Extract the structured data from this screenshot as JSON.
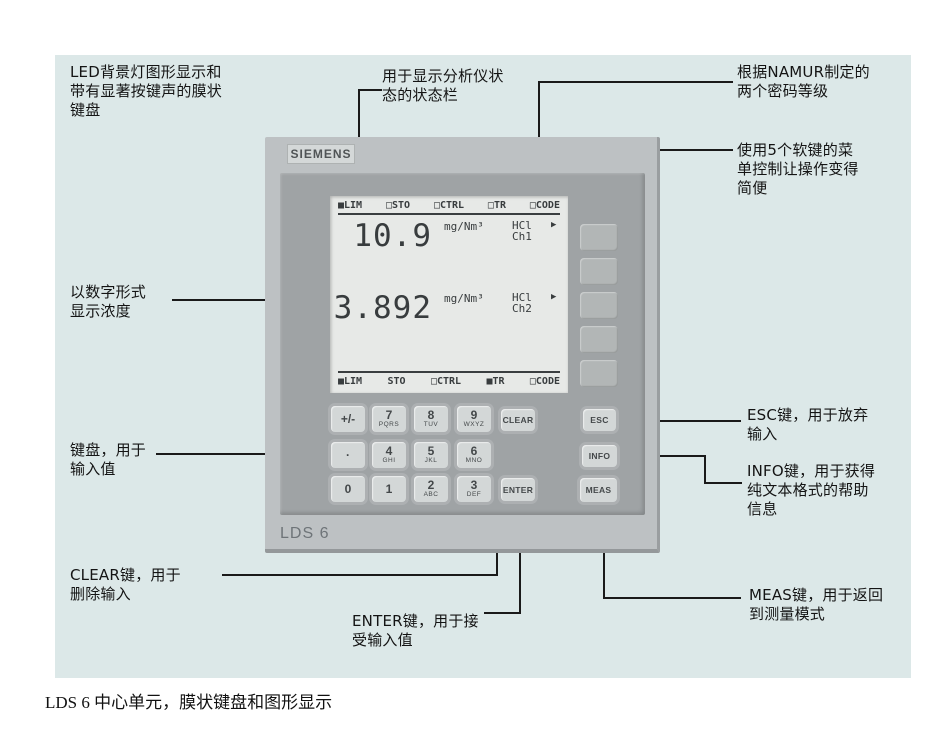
{
  "figure": {
    "brand": "SIEMENS",
    "model_label": "LDS 6",
    "caption": "LDS 6 中心单元，膜状键盘和图形显示"
  },
  "annotations": {
    "led_display": "LED背景灯图形显示和\n带有显著按键声的膜状\n键盘",
    "status_bar": "用于显示分析仪状\n态的状态栏",
    "namur": "根据NAMUR制定的\n两个密码等级",
    "softkeys": "使用5个软键的菜\n单控制让操作变得\n简便",
    "numeric": "以数字形式\n显示浓度",
    "keyboard": "键盘，用于\n输入值",
    "clear_key": "CLEAR键，用于\n删除输入",
    "enter_key": "ENTER键，用于接\n受输入值",
    "esc_key": "ESC键，用于放弃\n输入",
    "info_key": "INFO键，用于获得\n纯文本格式的帮助\n信息",
    "meas_key": "MEAS键，用于返回\n到测量模式"
  },
  "display": {
    "status_top": [
      "■LIM",
      "□STO",
      "□CTRL",
      "□TR",
      "□CODE"
    ],
    "status_bottom": [
      "■LIM",
      "STO",
      "□CTRL",
      "■TR",
      "□CODE"
    ],
    "readings": [
      {
        "value": "10.9",
        "unit": "mg/Nm³",
        "gas": "HCl",
        "channel": "Ch1",
        "arrow": "▶"
      },
      {
        "value": "3.892",
        "unit": "mg/Nm³",
        "gas": "HCl",
        "channel": "Ch2",
        "arrow": "▶"
      }
    ]
  },
  "keypad": {
    "keys": [
      {
        "main": "+/-",
        "sub": ""
      },
      {
        "main": "7",
        "sub": "PQRS"
      },
      {
        "main": "8",
        "sub": "TUV"
      },
      {
        "main": "9",
        "sub": "WXYZ"
      },
      {
        "main": "·",
        "sub": ""
      },
      {
        "main": "4",
        "sub": "GHI"
      },
      {
        "main": "5",
        "sub": "JKL"
      },
      {
        "main": "6",
        "sub": "MNO"
      },
      {
        "main": "0",
        "sub": ""
      },
      {
        "main": "1",
        "sub": ""
      },
      {
        "main": "2",
        "sub": "ABC"
      },
      {
        "main": "3",
        "sub": "DEF"
      }
    ],
    "clear": "CLEAR",
    "enter": "ENTER"
  },
  "function_keys": {
    "esc": "ESC",
    "info": "INFO",
    "meas": "MEAS"
  },
  "colors": {
    "figure_bg": "#dce8e8",
    "bezel": "#bdc1c3",
    "panel": "#9fa3a5",
    "display_bg": "#e7e9e7",
    "key_bg": "#d3d7d7",
    "softkey_bg": "#b2b6b6",
    "callout_line": "#1a1a1a"
  }
}
